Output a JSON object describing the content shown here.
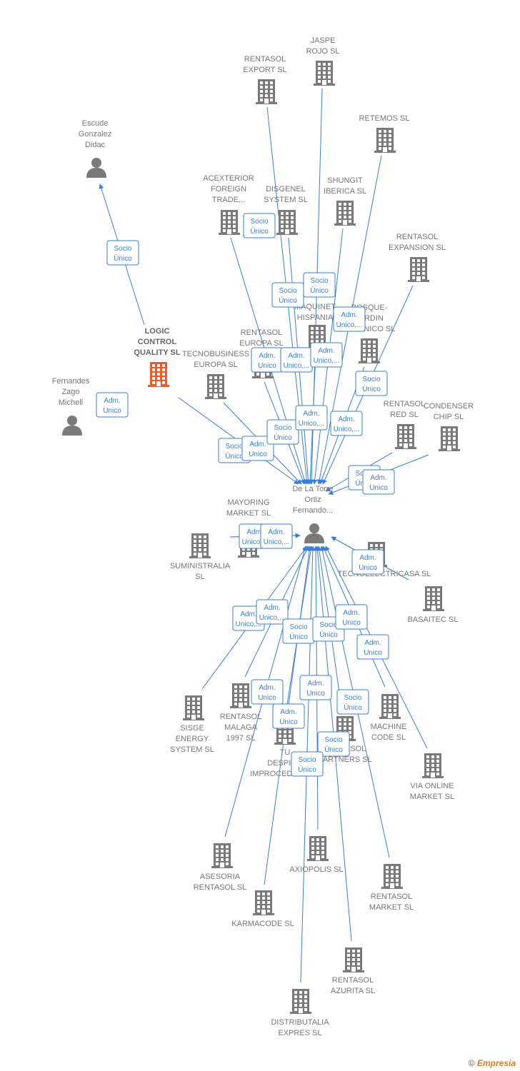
{
  "colors": {
    "edge": "#3a7fd5",
    "building": "#7a7a7a",
    "focus": "#f05a28",
    "person": "#7a7a7a"
  },
  "icons": {
    "building": "building-icon",
    "person": "person-icon",
    "copyright": "copyright-icon"
  },
  "brand": {
    "copyright": "©",
    "name": "Empresia"
  },
  "nodes": [
    {
      "id": "jaspe",
      "type": "company",
      "label": [
        "JASPE",
        "ROJO  SL"
      ]
    },
    {
      "id": "rentasol_export",
      "type": "company",
      "label": [
        "RENTASOL",
        "EXPORT  SL"
      ]
    },
    {
      "id": "retemos",
      "type": "company",
      "label": [
        "RETEMOS  SL"
      ]
    },
    {
      "id": "escude",
      "type": "person",
      "label": [
        "Escude",
        "Gonzalez",
        "Didac"
      ]
    },
    {
      "id": "acexterior",
      "type": "company",
      "label": [
        "ACEXTERIOR",
        "FOREIGN",
        "TRADE..."
      ]
    },
    {
      "id": "disgenel",
      "type": "company",
      "label": [
        "DISGENEL",
        "SYSTEM  SL"
      ]
    },
    {
      "id": "shungit",
      "type": "company",
      "label": [
        "SHUNGIT",
        "IBERICA  SL"
      ]
    },
    {
      "id": "rentasol_expansion",
      "type": "company",
      "label": [
        "RENTASOL",
        "EXPANSION  SL"
      ]
    },
    {
      "id": "maquinet",
      "type": "company",
      "label": [
        "MAQUINET",
        "HISPANIA"
      ]
    },
    {
      "id": "bosque",
      "type": "company",
      "label": [
        "BOSQUE-",
        "JARDIN",
        "DOMINICO SL"
      ]
    },
    {
      "id": "logic",
      "type": "focus",
      "label": [
        "LOGIC",
        "CONTROL",
        "QUALITY  SL"
      ]
    },
    {
      "id": "rentasol_europa",
      "type": "company",
      "label": [
        "RENTASOL",
        "EUROPA  SL"
      ]
    },
    {
      "id": "tecnobusiness",
      "type": "company",
      "label": [
        "TECNOBUSINESS",
        "EUROPA SL"
      ]
    },
    {
      "id": "fernandes",
      "type": "person",
      "label": [
        "Fernandes",
        "Zago",
        "Michell"
      ]
    },
    {
      "id": "rentasol_red",
      "type": "company",
      "label": [
        "RENTASOL",
        "RED  SL"
      ]
    },
    {
      "id": "condenser",
      "type": "company",
      "label": [
        "CONDENSER",
        "CHIP SL"
      ]
    },
    {
      "id": "delatorre",
      "type": "person",
      "label": [
        "De La Torre",
        "Ortiz",
        "Fernando..."
      ]
    },
    {
      "id": "mayoring",
      "type": "company",
      "label": [
        "MAYORING",
        "MARKET  SL"
      ]
    },
    {
      "id": "suministralia",
      "type": "company",
      "label": [
        "SUMINISTRALIA",
        "SL"
      ]
    },
    {
      "id": "tecnoelectricasa",
      "type": "company",
      "label": [
        "TECNOELECTRICASA SL"
      ]
    },
    {
      "id": "basaitec",
      "type": "company",
      "label": [
        "BASAITEC  SL"
      ]
    },
    {
      "id": "sisge",
      "type": "company",
      "label": [
        "SISGE",
        "ENERGY",
        "SYSTEM  SL"
      ]
    },
    {
      "id": "rentasol_malaga",
      "type": "company",
      "label": [
        "RENTASOL",
        "MALAGA",
        "1997  SL"
      ]
    },
    {
      "id": "tu_despido",
      "type": "company",
      "label": [
        "TU",
        "DESPIDO",
        "IMPROCEDENTE..."
      ]
    },
    {
      "id": "rentasol_partners",
      "type": "company",
      "label": [
        "RENTASOL",
        "PARTNERS  SL"
      ]
    },
    {
      "id": "machine_code",
      "type": "company",
      "label": [
        "MACHINE",
        "CODE SL"
      ]
    },
    {
      "id": "via_online",
      "type": "company",
      "label": [
        "VIA ONLINE",
        "MARKET SL"
      ]
    },
    {
      "id": "asesoria",
      "type": "company",
      "label": [
        "ASESORIA",
        "RENTASOL SL"
      ]
    },
    {
      "id": "axiopolis",
      "type": "company",
      "label": [
        "AXIOPOLIS SL"
      ]
    },
    {
      "id": "karmacode",
      "type": "company",
      "label": [
        "KARMACODE SL"
      ]
    },
    {
      "id": "rentasol_market",
      "type": "company",
      "label": [
        "RENTASOL",
        "MARKET  SL"
      ]
    },
    {
      "id": "rentasol_azurita",
      "type": "company",
      "label": [
        "RENTASOL",
        "AZURITA  SL"
      ]
    },
    {
      "id": "distributalia",
      "type": "company",
      "label": [
        "DISTRIBUTALIA",
        "EXPRES  SL"
      ]
    }
  ],
  "edges": [
    {
      "from": "escude",
      "to": "logic",
      "badge": [
        "Socio",
        "Único"
      ]
    },
    {
      "from": "fernandes",
      "to": "logic",
      "badge": [
        "Adm.",
        "Unico"
      ]
    },
    {
      "from": "delatorre",
      "to": "logic",
      "badge": [
        "Socio",
        "Único"
      ]
    },
    {
      "from": "delatorre",
      "to": "tecnobusiness",
      "badge": [
        "Adm.",
        "Unico"
      ]
    },
    {
      "from": "delatorre",
      "to": "rentasol_europa",
      "badge": [
        "Socio",
        "Único"
      ]
    },
    {
      "from": "delatorre",
      "to": "acexterior",
      "badge": [
        "Socio",
        "Único"
      ]
    },
    {
      "from": "delatorre",
      "to": "disgenel",
      "badge": [
        "Socio",
        "Único"
      ]
    },
    {
      "from": "delatorre",
      "to": "rentasol_export",
      "badge": [
        "Adm.",
        "Unico"
      ]
    },
    {
      "from": "delatorre",
      "to": "jaspe",
      "badge": [
        "Socio",
        "Único"
      ]
    },
    {
      "from": "delatorre",
      "to": "maquinet",
      "badge": [
        "Adm.",
        "Unico,..."
      ]
    },
    {
      "from": "delatorre",
      "to": "shungit",
      "badge": [
        "Adm.",
        "Unico,..."
      ]
    },
    {
      "from": "delatorre",
      "to": "retemos",
      "badge": [
        "Adm.",
        "Unico,..."
      ]
    },
    {
      "from": "delatorre",
      "to": "bosque",
      "badge": [
        "Adm.",
        "Unico,..."
      ]
    },
    {
      "from": "delatorre",
      "to": "rentasol_expansion",
      "badge": [
        "Socio",
        "Único"
      ]
    },
    {
      "from": "delatorre",
      "to": "rentasol_red",
      "badge": [
        "Adm.",
        "Unico,..."
      ]
    },
    {
      "from": "delatorre",
      "to": "condenser",
      "badge": [
        "Socio",
        "Único"
      ]
    },
    {
      "from": "delatorre",
      "to": "mayoring",
      "badge": [
        "Adm.",
        "Unico"
      ]
    },
    {
      "from": "delatorre",
      "to": "suministralia",
      "badge": [
        "Adm.",
        "Unico,..."
      ]
    },
    {
      "from": "delatorre",
      "to": "tecnoelectricasa",
      "badge": [
        "Adm.",
        "Unico,..."
      ]
    },
    {
      "from": "delatorre",
      "to": "basaitec",
      "badge": [
        "Adm.",
        "Unico"
      ]
    },
    {
      "from": "delatorre",
      "to": "sisge",
      "badge": [
        "Adm.",
        "Unico,..."
      ]
    },
    {
      "from": "delatorre",
      "to": "rentasol_malaga",
      "badge": [
        "Adm.",
        "Unico,..."
      ]
    },
    {
      "from": "delatorre",
      "to": "tu_despido",
      "badge": [
        "Socio",
        "Único"
      ]
    },
    {
      "from": "delatorre",
      "to": "rentasol_partners",
      "badge": [
        "Socio",
        "Único"
      ]
    },
    {
      "from": "delatorre",
      "to": "machine_code",
      "badge": [
        "Adm.",
        "Unico"
      ]
    },
    {
      "from": "delatorre",
      "to": "via_online",
      "badge": [
        "Adm.",
        "Unico"
      ]
    },
    {
      "from": "delatorre",
      "to": "asesoria",
      "badge": [
        "Adm.",
        "Unico"
      ]
    },
    {
      "from": "delatorre",
      "to": "axiopolis",
      "badge": [
        "Adm.",
        "Unico"
      ]
    },
    {
      "from": "delatorre",
      "to": "karmacode",
      "badge": [
        "Adm.",
        "Unico"
      ]
    },
    {
      "from": "delatorre",
      "to": "rentasol_market",
      "badge": [
        "Socio",
        "Único"
      ]
    },
    {
      "from": "delatorre",
      "to": "rentasol_azurita",
      "badge": [
        "Socio",
        "Único"
      ]
    },
    {
      "from": "delatorre",
      "to": "distributalia",
      "badge": [
        "Socio",
        "Único"
      ]
    }
  ]
}
